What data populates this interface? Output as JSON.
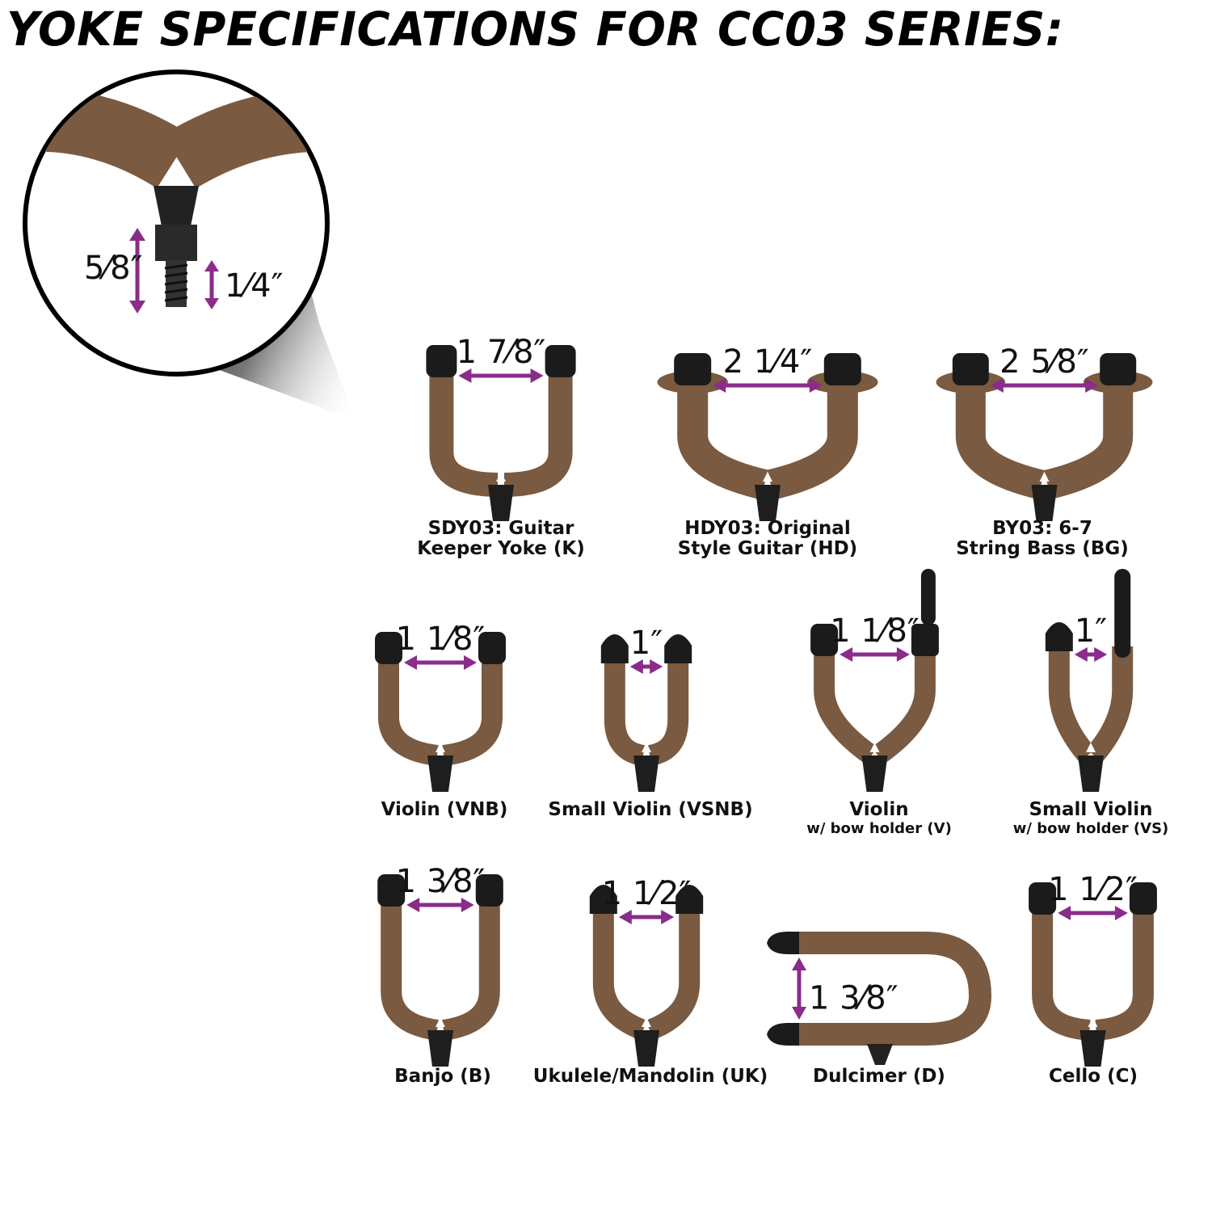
{
  "title": "YOKE SPECIFICATIONS FOR CC03 SERIES:",
  "colors": {
    "tube": "#7a5a40",
    "cap": "#1b1b1b",
    "arrow": "#8a2c8a"
  },
  "detail": {
    "thread_height": "5⁄8″",
    "thread_length": "1⁄4″"
  },
  "yokes": [
    {
      "measure": "1 7⁄8″",
      "label": [
        "SDY03: Guitar",
        "Keeper Yoke (K)"
      ]
    },
    {
      "measure": "2 1⁄4″",
      "label": [
        "HDY03: Original",
        "Style Guitar (HD)"
      ]
    },
    {
      "measure": "2 5⁄8″",
      "label": [
        "BY03: 6-7",
        "String Bass (BG)"
      ]
    },
    {
      "measure": "1 1⁄8″",
      "label": [
        "Violin (VNB)"
      ]
    },
    {
      "measure": "1″",
      "label": [
        "Small Violin (VSNB)"
      ]
    },
    {
      "measure": "1 1⁄8″",
      "label": [
        "Violin"
      ],
      "sub": "w/ bow holder (V)"
    },
    {
      "measure": "1″",
      "label": [
        "Small Violin"
      ],
      "sub": "w/ bow holder (VS)"
    },
    {
      "measure": "1 3⁄8″",
      "label": [
        "Banjo (B)"
      ]
    },
    {
      "measure": "1 1⁄2″",
      "label": [
        "Ukulele/Mandolin (UK)"
      ]
    },
    {
      "measure": "1 3⁄8″",
      "label": [
        "Dulcimer (D)"
      ]
    },
    {
      "measure": "1 1⁄2″",
      "label": [
        "Cello (C)"
      ]
    }
  ]
}
